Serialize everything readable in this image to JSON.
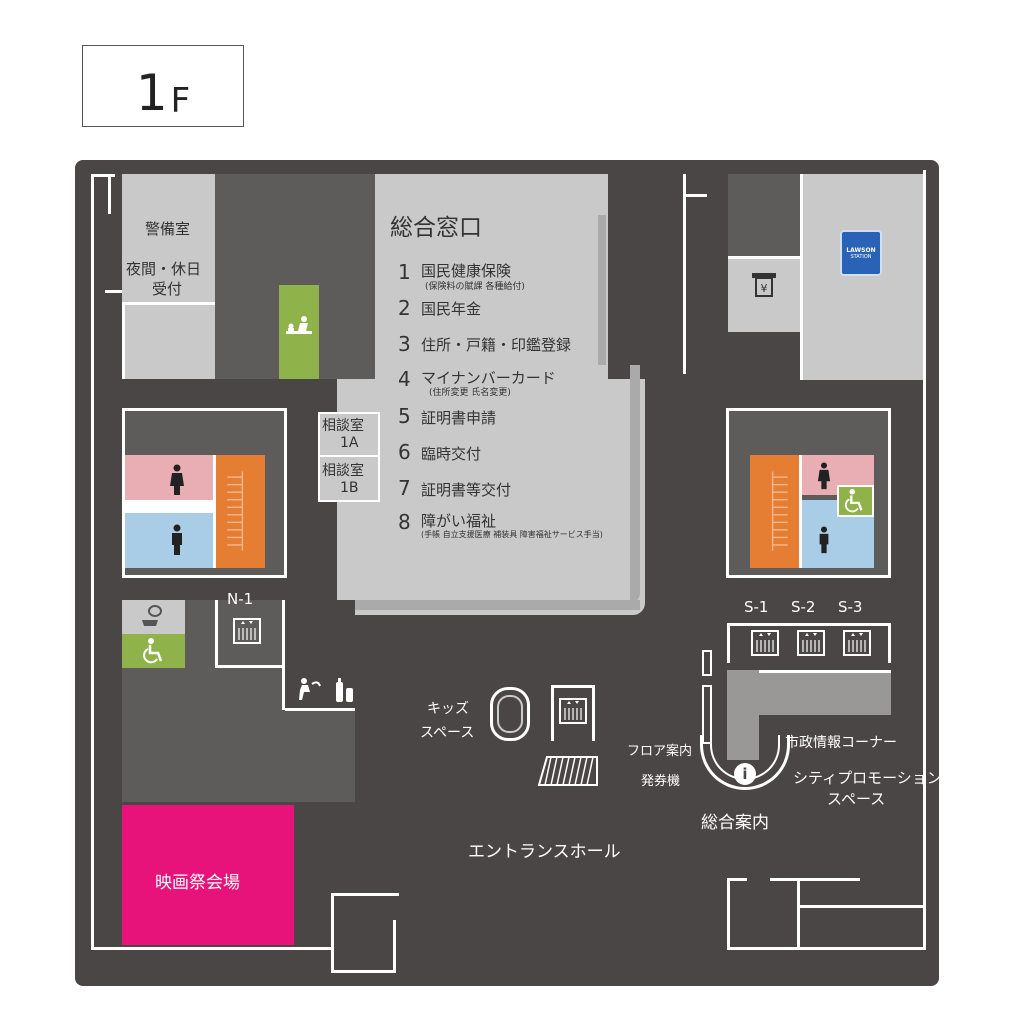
{
  "floor": {
    "number": "1",
    "suffix": "F"
  },
  "rooms": {
    "security": "警備室",
    "night_reception_1": "夜間・休日",
    "night_reception_2": "受付",
    "consult_1a_1": "相談室",
    "consult_1a_2": "1A",
    "consult_1b_1": "相談室",
    "consult_1b_2": "1B",
    "film_venue": "映画祭会場",
    "entrance_hall": "エントランスホール",
    "kids_1": "キッズ",
    "kids_2": "スペース",
    "floor_guide_1": "フロア案内",
    "floor_guide_2": "発券機",
    "info_desk": "総合案内",
    "city_info": "市政情報コーナー",
    "promo_1": "シティプロモーション",
    "promo_2": "スペース"
  },
  "counter": {
    "title": "総合窓口",
    "items": [
      {
        "num": "1",
        "label": "国民健康保険",
        "sub": "(保険料の賦課 各種給付)"
      },
      {
        "num": "2",
        "label": "国民年金",
        "sub": ""
      },
      {
        "num": "3",
        "label": "住所・戸籍・印鑑登録",
        "sub": ""
      },
      {
        "num": "4",
        "label": "マイナンバーカード",
        "sub": "(住所変更 氏名変更)"
      },
      {
        "num": "5",
        "label": "証明書申請",
        "sub": ""
      },
      {
        "num": "6",
        "label": "臨時交付",
        "sub": ""
      },
      {
        "num": "7",
        "label": "証明書等交付",
        "sub": ""
      },
      {
        "num": "8",
        "label": "障がい福祉",
        "sub": "(手帳 自立支援医療 補装具 障害福祉サービス手当)"
      }
    ]
  },
  "elevators": {
    "n1": "N-1",
    "s1": "S-1",
    "s2": "S-2",
    "s3": "S-3"
  },
  "lawson": {
    "line1": "LAWSON",
    "line2": "STATION"
  },
  "colors": {
    "map_bg": "#4a4646",
    "room_light": "#c9c9c9",
    "room_mid": "#5e5b5b",
    "women": "#e9aeb3",
    "men": "#a9cde6",
    "stairs": "#e57e33",
    "accessible": "#8fb34a",
    "film": "#e8137a",
    "lawson": "#2a63b5"
  },
  "icons": [
    "baby-changing-icon",
    "restroom-women-icon",
    "restroom-men-icon",
    "accessible-icon",
    "elevator-icon",
    "atm-icon",
    "water-fountain-icon",
    "ostomate-icon",
    "info-icon",
    "stairs-icon"
  ]
}
